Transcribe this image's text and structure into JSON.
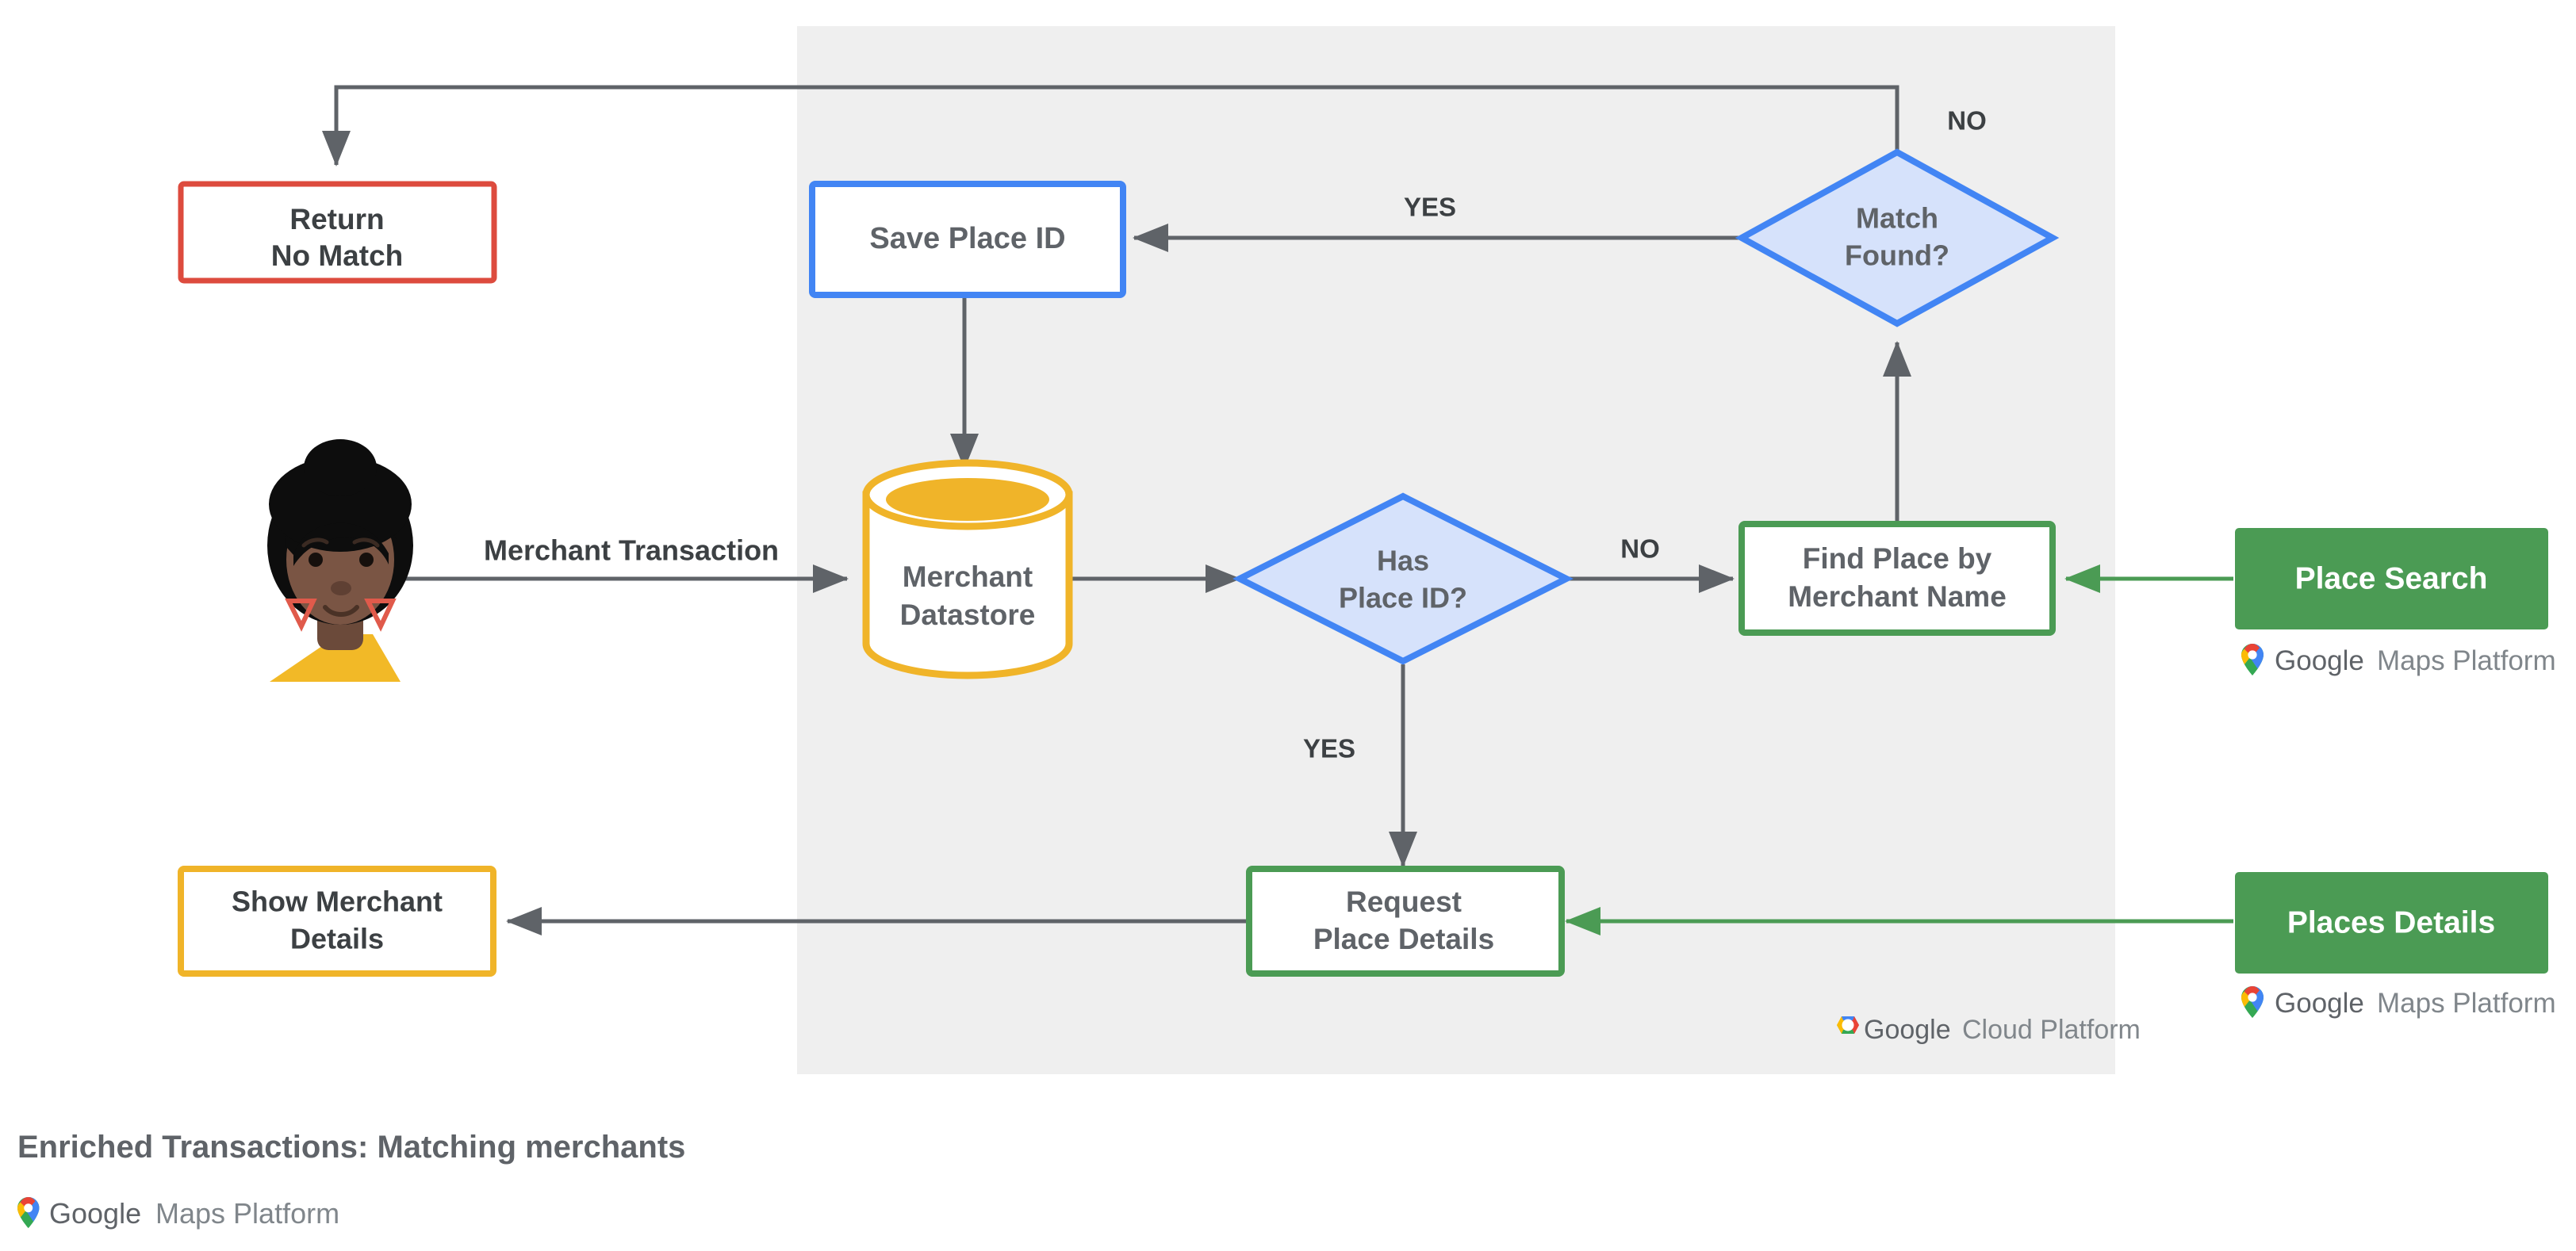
{
  "diagram": {
    "caption": "Enriched Transactions: Matching merchants",
    "panel_label": "google-cloud-platform-region",
    "nodes": {
      "return_no_match": {
        "line1": "Return",
        "line2": "No Match",
        "color": "#dd4b3e"
      },
      "save_place_id": {
        "line1": "Save Place ID",
        "color": "#4285f4"
      },
      "match_found": {
        "line1": "Match",
        "line2": "Found?",
        "color": "#4285f4",
        "fill": "#d6e2fb"
      },
      "merchant_datastore": {
        "line1": "Merchant",
        "line2": "Datastore",
        "color": "#f0b429"
      },
      "has_place_id": {
        "line1": "Has",
        "line2": "Place ID?",
        "color": "#4285f4",
        "fill": "#d6e2fb"
      },
      "find_place": {
        "line1": "Find Place by",
        "line2": "Merchant Name",
        "color": "#4b9b54"
      },
      "request_place_details": {
        "line1": "Request",
        "line2": "Place Details",
        "color": "#4b9b54"
      },
      "show_merchant_details": {
        "line1": "Show Merchant",
        "line2": "Details",
        "color": "#f0b429"
      },
      "place_search": {
        "label": "Place Search",
        "color": "#4b9b54"
      },
      "places_details": {
        "label": "Places Details",
        "color": "#4b9b54"
      }
    },
    "edge_labels": {
      "merchant_transaction": "Merchant Transaction",
      "yes_match_found": "YES",
      "no_match_found": "NO",
      "no_has_place_id": "NO",
      "yes_has_place_id": "YES"
    },
    "logos": {
      "maps_platform_google": "Google",
      "maps_platform_suffix": "Maps Platform",
      "cloud_platform_google": "Google",
      "cloud_platform_suffix": "Cloud Platform"
    },
    "colors": {
      "panel_bg": "#efefef",
      "edge": "#5f6368",
      "green": "#4b9b54",
      "blue": "#4285f4",
      "blue_fill": "#d6e2fb",
      "yellow": "#f0b429",
      "red": "#dd4b3e",
      "text": "#5f6368",
      "google_blue": "#4285f4",
      "google_red": "#ea4335",
      "google_yellow": "#fbbc05",
      "google_green": "#34a853"
    }
  }
}
